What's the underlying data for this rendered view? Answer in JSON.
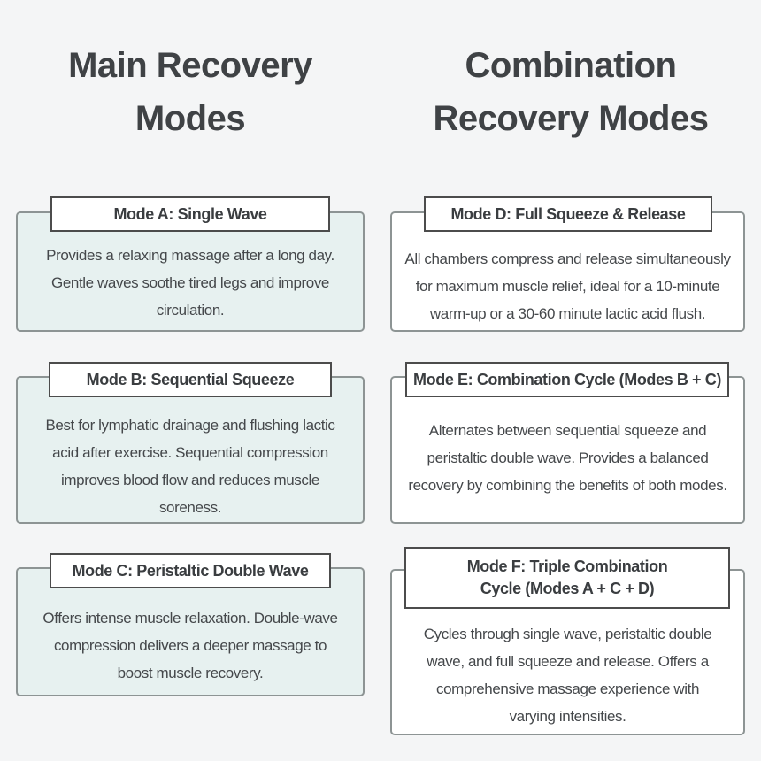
{
  "colors": {
    "page_bg": "#f4f5f6",
    "teal_panel": "#e7f1f0",
    "white_panel": "#ffffff",
    "panel_border": "#8d9494",
    "title_border": "#4c4c4c",
    "heading_text": "#3f4245",
    "body_text": "#45484b"
  },
  "left_column": {
    "heading": "Main Recovery\nModes",
    "cards": [
      {
        "title": "Mode A: Single Wave",
        "body": "Provides a relaxing massage after a long day.\nGentle waves soothe tired legs and improve\ncirculation."
      },
      {
        "title": "Mode B: Sequential Squeeze",
        "body": "Best for lymphatic drainage and flushing lactic\nacid after exercise. Sequential compression\nimproves blood flow and reduces muscle\nsoreness."
      },
      {
        "title": "Mode C: Peristaltic Double Wave",
        "body": "Offers intense muscle relaxation. Double-wave\ncompression delivers a deeper massage to\nboost muscle recovery."
      }
    ]
  },
  "right_column": {
    "heading": "Combination\nRecovery Modes",
    "cards": [
      {
        "title": "Mode D: Full Squeeze & Release",
        "body": "All chambers compress and release simultaneously\nfor maximum muscle relief, ideal for a 10-minute\nwarm-up or a 30-60 minute lactic acid flush."
      },
      {
        "title": "Mode E: Combination Cycle (Modes B + C)",
        "body": "Alternates between sequential squeeze and\nperistaltic double wave. Provides a balanced\nrecovery by combining the benefits of both modes."
      },
      {
        "title": "Mode F: Triple Combination\nCycle (Modes A + C + D)",
        "body": "Cycles through single wave, peristaltic double\nwave, and full squeeze and release. Offers a\ncomprehensive massage experience with\nvarying intensities."
      }
    ]
  }
}
